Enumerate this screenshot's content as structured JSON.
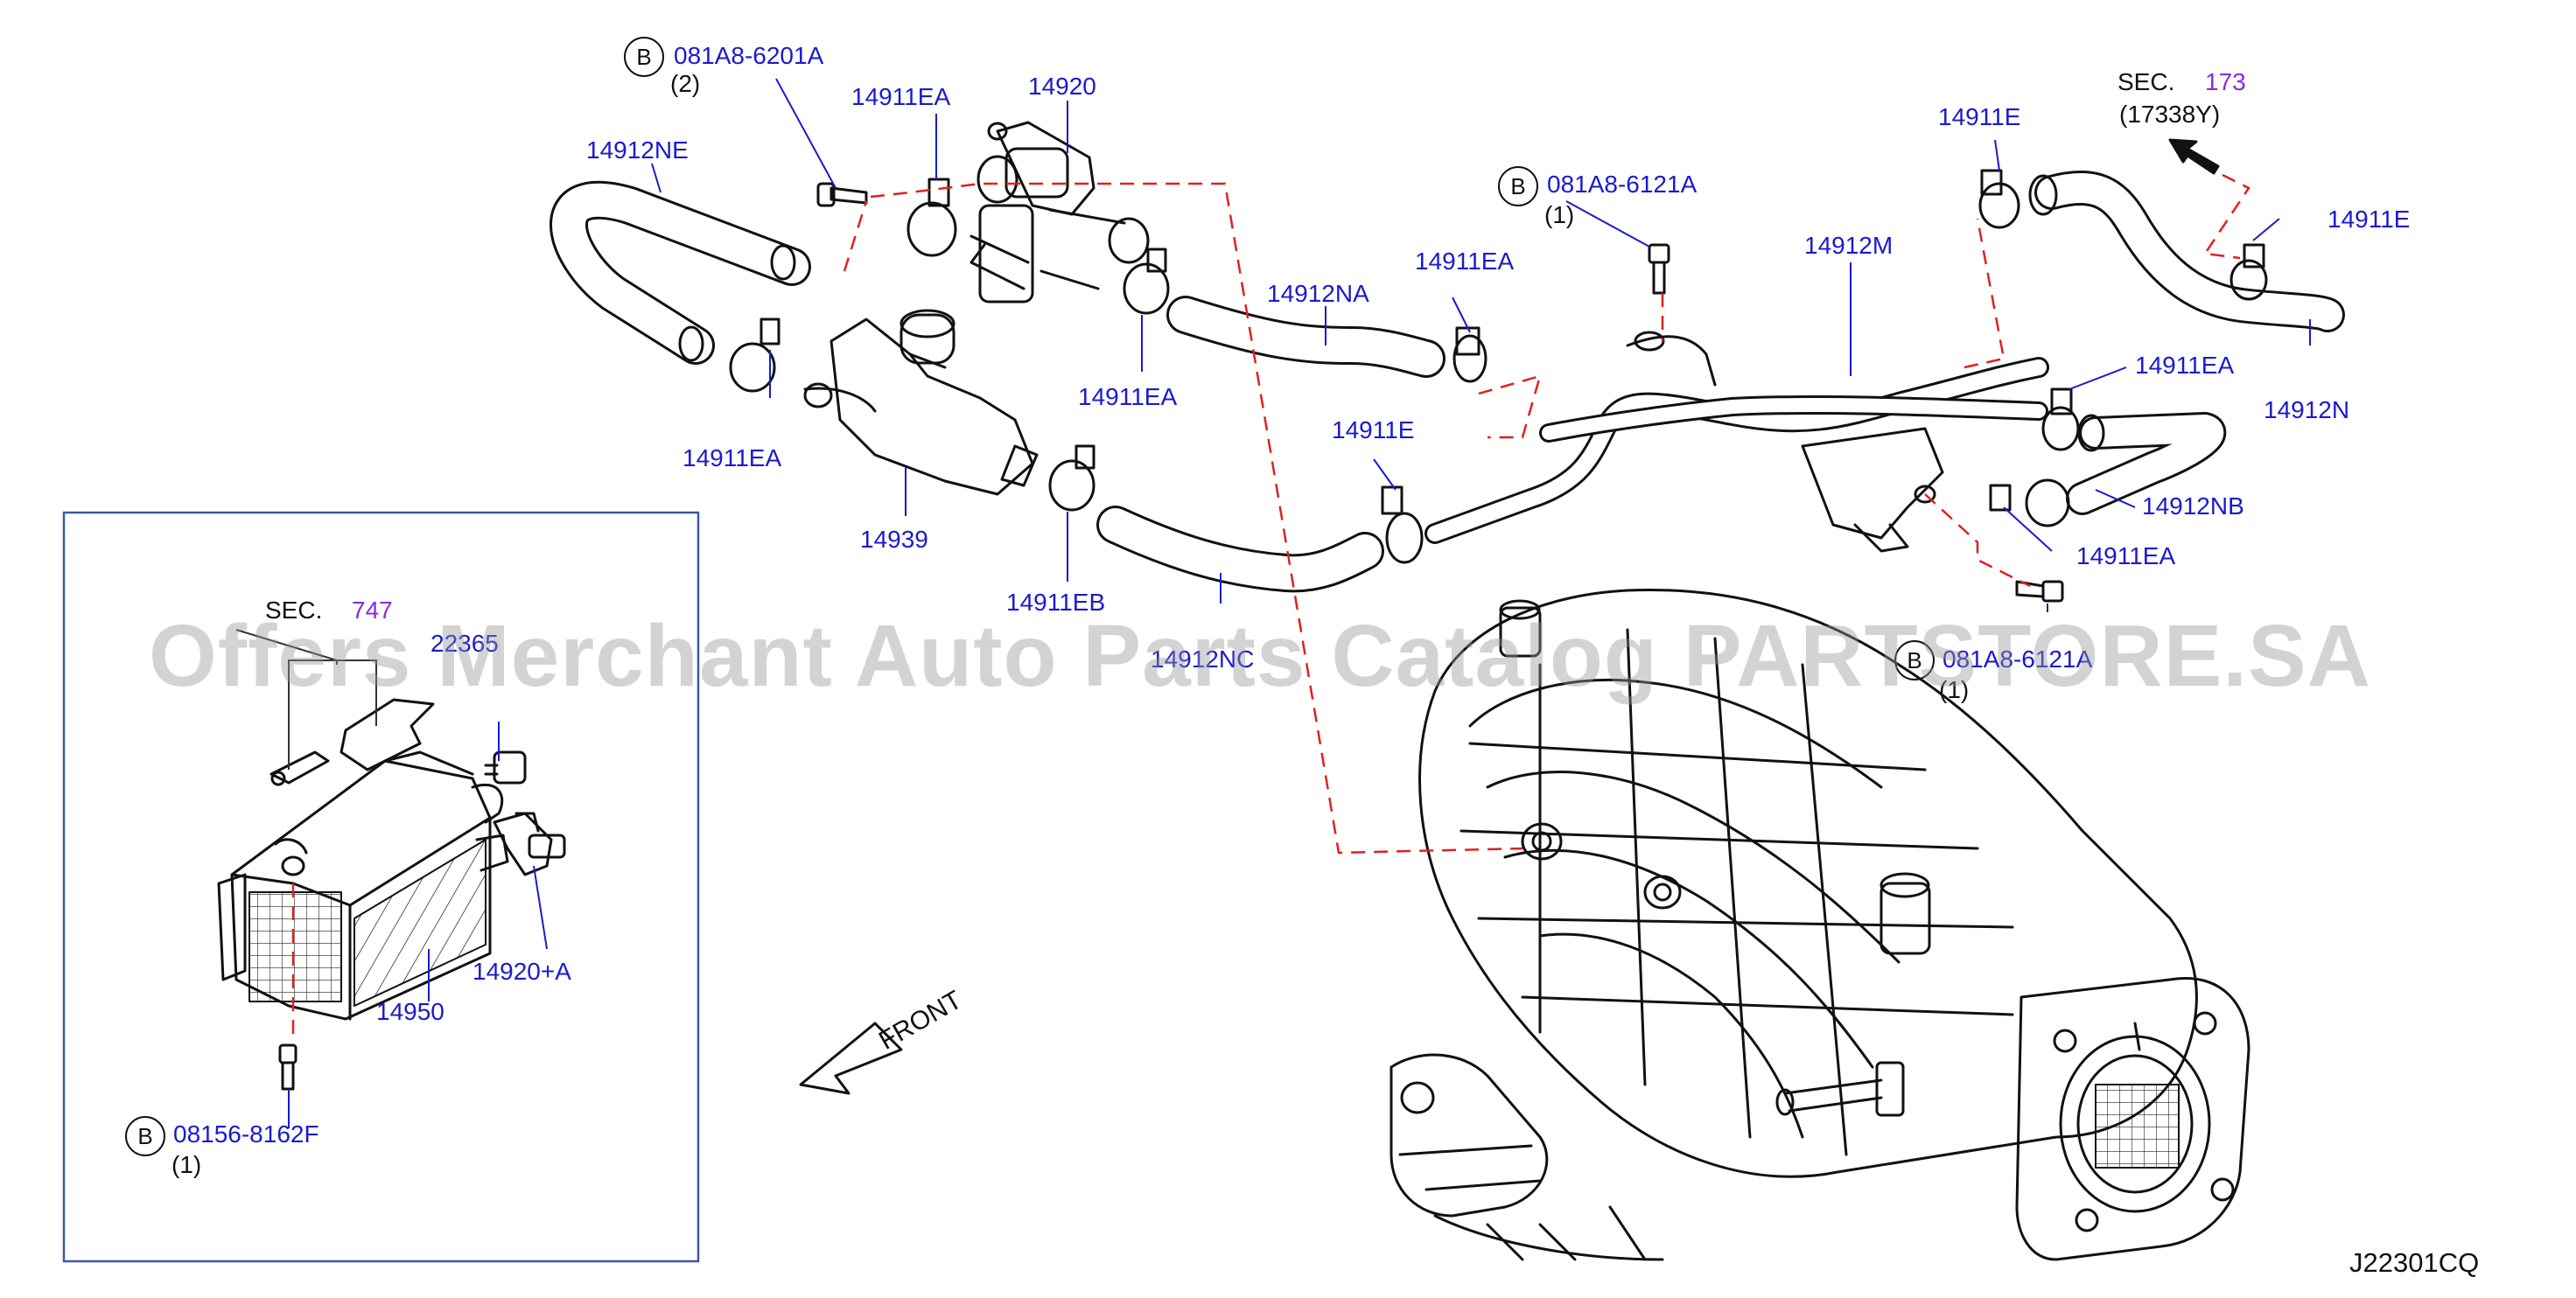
{
  "diagram_code": "J22301CQ",
  "watermark": "Offers Merchant Auto Parts Catalog PARTSTORE.SA",
  "front_label": "FRONT",
  "colors": {
    "part_number": "#1a1ad0",
    "section_number": "#8a2be2",
    "leader": "#1a1ad0",
    "dash": "#e02020",
    "line": "#111111",
    "watermark": "#969696"
  },
  "bolts": [
    {
      "circle": "B",
      "number": "081A8-6201A",
      "qty": "(2)"
    },
    {
      "circle": "B",
      "number": "081A8-6121A",
      "qty": "(1)"
    },
    {
      "circle": "B",
      "number": "081A8-6121A",
      "qty": "(1)"
    },
    {
      "circle": "B",
      "number": "08156-8162F",
      "qty": "(1)"
    }
  ],
  "sections": [
    {
      "prefix": "SEC.",
      "number": "173",
      "sub": "(17338Y)"
    },
    {
      "prefix": "SEC.",
      "number": "747"
    }
  ],
  "parts": [
    "14920",
    "14911EA",
    "14912NE",
    "14911EA",
    "14939",
    "14911EA",
    "14911EB",
    "14912NA",
    "14911EA",
    "14911E",
    "14912NC",
    "14912M",
    "14911E",
    "14911E",
    "14912N",
    "14911EA",
    "14912NB",
    "14911EA",
    "22365",
    "14920+A",
    "14950"
  ]
}
